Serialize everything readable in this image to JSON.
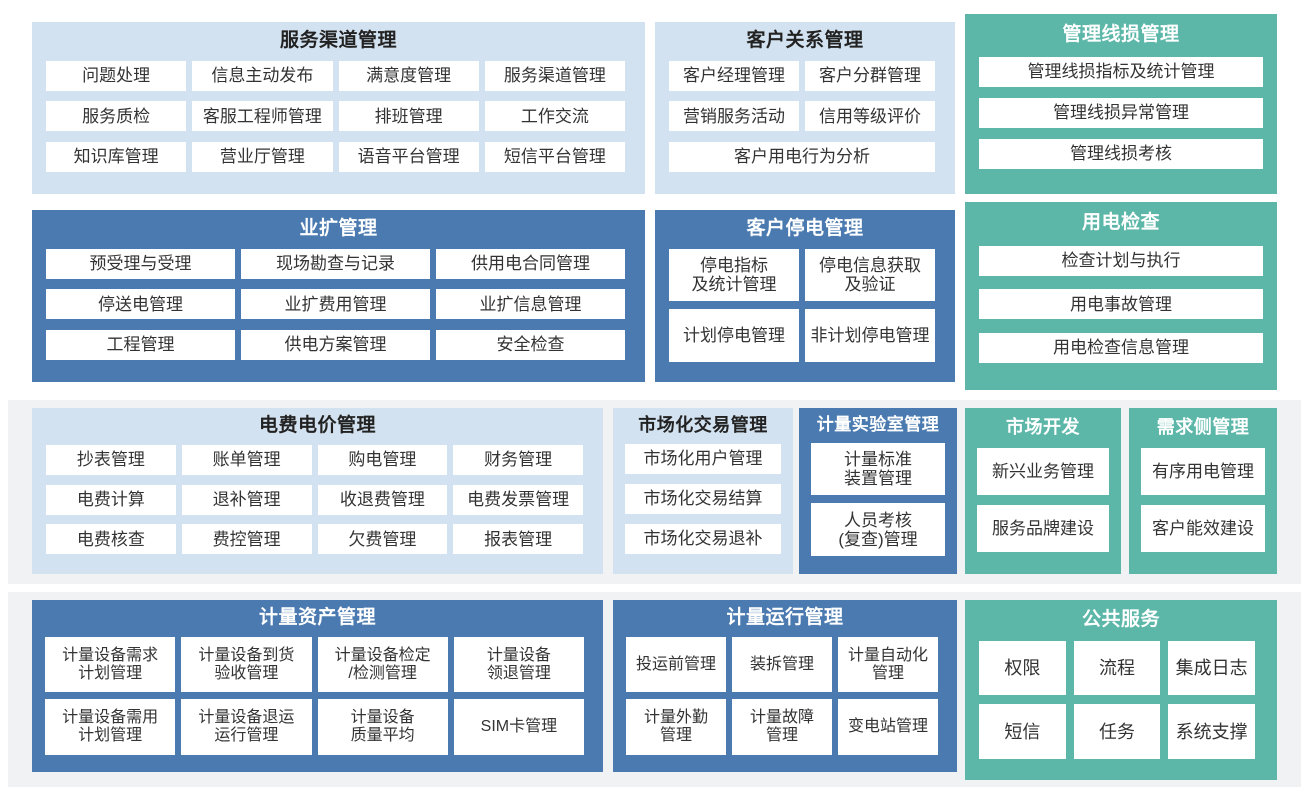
{
  "colors": {
    "light_blue_panel": "#d3e2f0",
    "blue_panel": "#4a7ab0",
    "teal_panel": "#5cb7a9",
    "tile_background": "#ffffff",
    "page_background": "#ffffff",
    "backdrop_gray": "#f1f2f4",
    "dark_text": "#333333",
    "light_text": "#ffffff"
  },
  "panels": {
    "service_channel": {
      "title": "服务渠道管理",
      "rows": [
        [
          "问题处理",
          "信息主动发布",
          "满意度管理",
          "服务渠道管理"
        ],
        [
          "服务质检",
          "客服工程师管理",
          "排班管理",
          "工作交流"
        ],
        [
          "知识库管理",
          "营业厅管理",
          "语音平台管理",
          "短信平台管理"
        ]
      ]
    },
    "customer_relation": {
      "title": "客户关系管理",
      "rows": [
        [
          "客户经理管理",
          "客户分群管理"
        ],
        [
          "营销服务活动",
          "信用等级评价"
        ],
        [
          "客户用电行为分析"
        ]
      ]
    },
    "line_loss": {
      "title": "管理线损管理",
      "rows": [
        [
          "管理线损指标及统计管理"
        ],
        [
          "管理线损异常管理"
        ],
        [
          "管理线损考核"
        ]
      ]
    },
    "yekuo": {
      "title": "业扩管理",
      "rows": [
        [
          "预受理与受理",
          "现场勘查与记录",
          "供用电合同管理"
        ],
        [
          "停送电管理",
          "业扩费用管理",
          "业扩信息管理"
        ],
        [
          "工程管理",
          "供电方案管理",
          "安全检查"
        ]
      ]
    },
    "customer_outage": {
      "title": "客户停电管理",
      "rows": [
        [
          "停电指标\n及统计管理",
          "停电信息获取\n及验证"
        ],
        [
          "计划停电管理",
          "非计划停电管理"
        ]
      ]
    },
    "power_inspection": {
      "title": "用电检查",
      "rows": [
        [
          "检查计划与执行"
        ],
        [
          "用电事故管理"
        ],
        [
          "用电检查信息管理"
        ]
      ]
    },
    "tariff": {
      "title": "电费电价管理",
      "rows": [
        [
          "抄表管理",
          "账单管理",
          "购电管理",
          "财务管理"
        ],
        [
          "电费计算",
          "退补管理",
          "收退费管理",
          "电费发票管理"
        ],
        [
          "电费核查",
          "费控管理",
          "欠费管理",
          "报表管理"
        ]
      ]
    },
    "market_trade": {
      "title": "市场化交易管理",
      "rows": [
        [
          "市场化用户管理"
        ],
        [
          "市场化交易结算"
        ],
        [
          "市场化交易退补"
        ]
      ]
    },
    "metering_lab": {
      "title": "计量实验室管理",
      "rows": [
        [
          "计量标准\n装置管理"
        ],
        [
          "人员考核\n(复查)管理"
        ]
      ]
    },
    "market_development": {
      "title": "市场开发",
      "rows": [
        [
          "新兴业务管理"
        ],
        [
          "服务品牌建设"
        ]
      ]
    },
    "demand_side": {
      "title": "需求侧管理",
      "rows": [
        [
          "有序用电管理"
        ],
        [
          "客户能效建设"
        ]
      ]
    },
    "metering_asset": {
      "title": "计量资产管理",
      "rows": [
        [
          "计量设备需求\n计划管理",
          "计量设备到货\n验收管理",
          "计量设备检定\n/检测管理",
          "计量设备\n领退管理"
        ],
        [
          "计量设备需用\n计划管理",
          "计量设备退运\n运行管理",
          "计量设备\n质量平均",
          "SIM卡管理"
        ]
      ]
    },
    "metering_run": {
      "title": "计量运行管理",
      "rows": [
        [
          "投运前管理",
          "装拆管理",
          "计量自动化\n管理"
        ],
        [
          "计量外勤\n管理",
          "计量故障\n管理",
          "变电站管理"
        ]
      ]
    },
    "public_service": {
      "title": "公共服务",
      "rows": [
        [
          "权限",
          "流程",
          "集成日志"
        ],
        [
          "短信",
          "任务",
          "系统支撑"
        ]
      ]
    }
  }
}
